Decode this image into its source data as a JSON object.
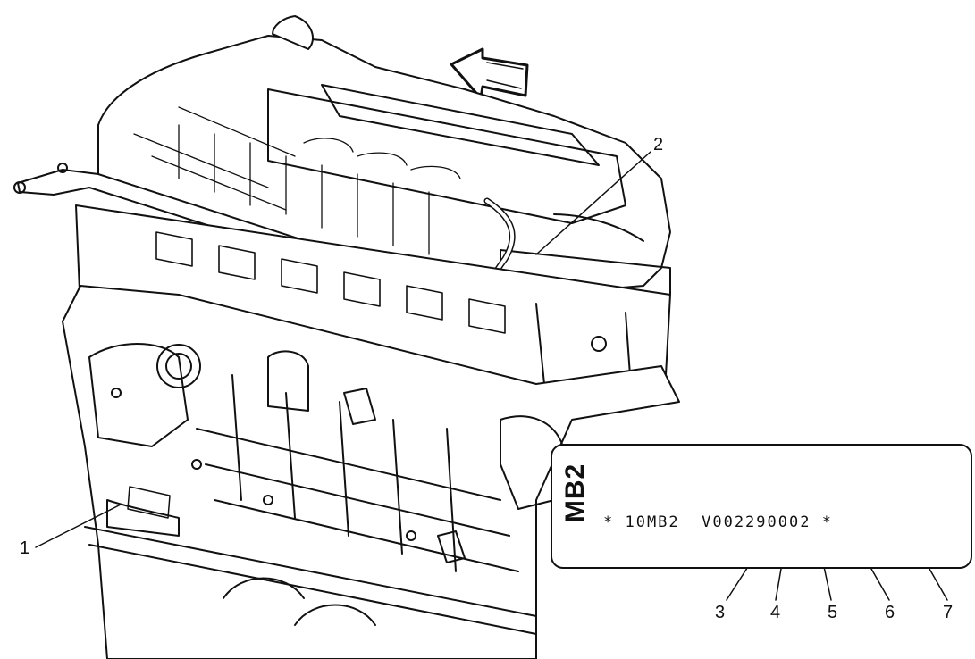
{
  "figure": {
    "engine_label": {
      "prefix": "MB2",
      "barcode_text": "* 10MB2  V002290002 *"
    },
    "callouts": [
      "1",
      "2",
      "3",
      "4",
      "5",
      "6",
      "7"
    ]
  }
}
